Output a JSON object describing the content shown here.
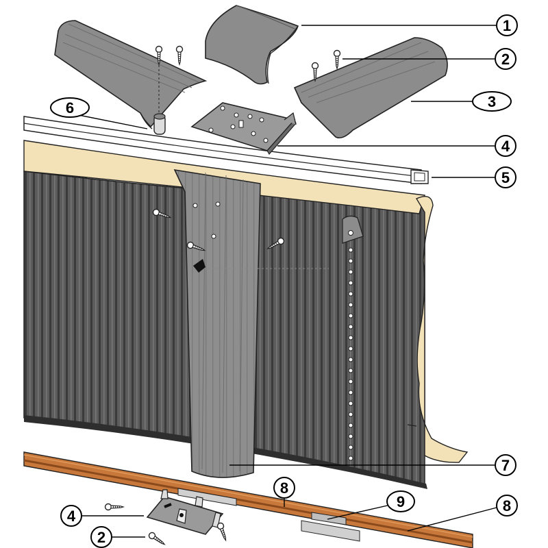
{
  "callouts": [
    {
      "id": "c1",
      "label": "1"
    },
    {
      "id": "c2a",
      "label": "2"
    },
    {
      "id": "c3",
      "label": "3"
    },
    {
      "id": "c4a",
      "label": "4"
    },
    {
      "id": "c5",
      "label": "5"
    },
    {
      "id": "c6",
      "label": "6"
    },
    {
      "id": "c7",
      "label": "7"
    },
    {
      "id": "c8a",
      "label": "8"
    },
    {
      "id": "c9",
      "label": "9"
    },
    {
      "id": "c8b",
      "label": "8"
    },
    {
      "id": "c4b",
      "label": "4"
    },
    {
      "id": "c2b",
      "label": "2"
    }
  ],
  "colors": {
    "wall_dark": "#5a5a5a",
    "wall_rib": "#3a3a3a",
    "liner": "#f3e2b8",
    "metal": "#8c8c8c",
    "bottom_rail": "#c8783a",
    "bottom_rail_dark": "#8a4a1c"
  },
  "icons": [
    "screw-icon",
    "connector-plug-icon",
    "washer-icon"
  ]
}
